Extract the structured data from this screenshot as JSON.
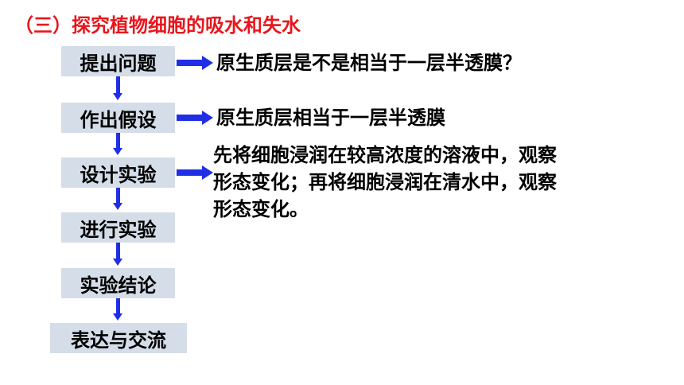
{
  "section_title": "（三）探究植物细胞的吸水和失水",
  "steps": [
    {
      "label": "提出问题",
      "content": "原生质层是不是相当于一层半透膜？"
    },
    {
      "label": "作出假设",
      "content": "原生质层相当于一层半透膜"
    },
    {
      "label": "设计实验",
      "content_lines": [
        "先将细胞浸润在较高浓度的溶液中，观察",
        "形态变化；再将细胞浸润在清水中，观察",
        "形态变化。"
      ]
    },
    {
      "label": "进行实验"
    },
    {
      "label": "实验结论"
    },
    {
      "label": "表达与交流"
    }
  ],
  "colors": {
    "title": "#e8161c",
    "arrow": "#1f2fe6",
    "box": "#d5dde8"
  }
}
